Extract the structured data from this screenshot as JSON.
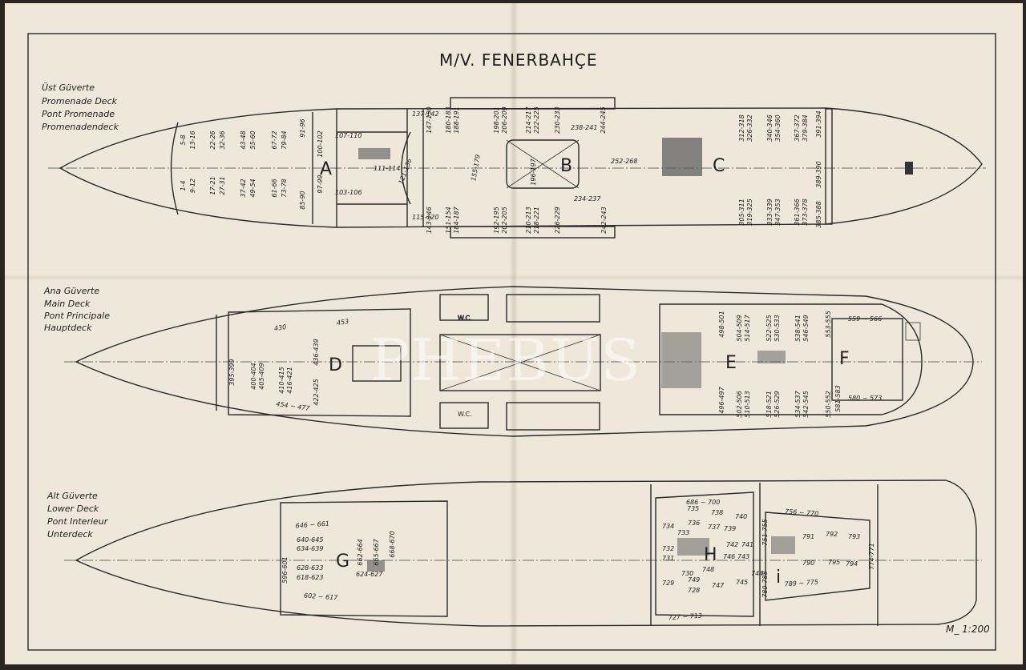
{
  "title": "M/V. FENERBAHÇE",
  "scale": "M_ 1:200",
  "watermark": "PHEBUS",
  "decks": {
    "upper": {
      "names": [
        "Üst Güverte",
        "Promenade Deck",
        "Pont Promenade",
        "Promenadendeck"
      ],
      "sections": [
        "A",
        "B",
        "C"
      ],
      "cabins": [
        "5-8",
        "13-16",
        "1-4",
        "9-12",
        "22-26",
        "32-36",
        "17-21",
        "27-31",
        "43-48",
        "55-60",
        "37-42",
        "49-54",
        "67-72",
        "79-84",
        "61-66",
        "73-78",
        "91-96",
        "85-90",
        "100-102",
        "97-99",
        "107-110",
        "103-106",
        "111-114",
        "137-142",
        "115-120",
        "121-136",
        "155-179",
        "147-150",
        "143-146",
        "180-183",
        "188-191",
        "151-154",
        "184-187",
        "198-201",
        "206-209",
        "192-195",
        "202-205",
        "214-217",
        "222-225",
        "210-213",
        "218-221",
        "230-233",
        "226-229",
        "238-241",
        "234-237",
        "244-245",
        "242-243",
        "196-197",
        "252-268",
        "312-318",
        "326-332",
        "305-311",
        "319-325",
        "340-346",
        "354-360",
        "333-339",
        "347-353",
        "367-372",
        "379-384",
        "361-366",
        "373-378",
        "391-394",
        "385-388",
        "389-390"
      ]
    },
    "main": {
      "names": [
        "Ana Güverte",
        "Main Deck",
        "Pont Principale",
        "Hauptdeck"
      ],
      "sections": [
        "D",
        "E",
        "F"
      ],
      "wc": "W.C.",
      "cabins": [
        "430",
        "453",
        "454 ~ 477",
        "395-399",
        "400-404",
        "405-409",
        "410-415",
        "416-421",
        "436-439",
        "422-425",
        "498-501",
        "504-509",
        "514-517",
        "522-525",
        "530-533",
        "538-541",
        "546-549",
        "553-555",
        "559 ~ 566",
        "580 ~ 573",
        "496-497",
        "502-506",
        "510-513",
        "518-521",
        "526-529",
        "534-537",
        "542-545",
        "550-552",
        "581-583"
      ]
    },
    "lower": {
      "names": [
        "Alt Güverte",
        "Lower Deck",
        "Pont Interieur",
        "Unterdeck"
      ],
      "sections": [
        "G",
        "H",
        "i"
      ],
      "cabins": [
        "646 ~ 661",
        "640-645",
        "634-639",
        "628-633",
        "618-623",
        "602 ~ 617",
        "596-601",
        "662-664",
        "665-667",
        "668-670",
        "624-627",
        "686 ~ 700",
        "727 ~ 713",
        "735",
        "738",
        "736",
        "737",
        "734",
        "733",
        "732",
        "731",
        "730",
        "729",
        "728",
        "740",
        "739",
        "742",
        "741",
        "746",
        "743",
        "744",
        "745",
        "748",
        "749",
        "747",
        "756 ~ 770",
        "789 ~ 775",
        "751-755",
        "780-788",
        "790",
        "791",
        "792",
        "793",
        "794",
        "795",
        "774-771"
      ]
    }
  }
}
